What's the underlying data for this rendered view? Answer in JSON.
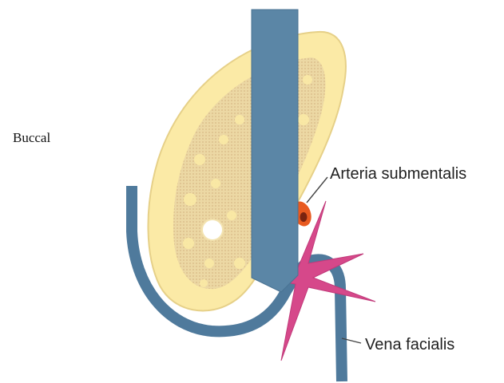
{
  "labels": {
    "buccal": "Buccal",
    "artery": "Arteria submentalis",
    "vein": "Vena facialis"
  },
  "colors": {
    "bone": "#fbeaa6",
    "bone_outline": "#e6d088",
    "trabecula": "#e6cf98",
    "trabecula_dots": "#d8b884",
    "implant": "#5b86a6",
    "vein": "#4f7a9c",
    "artery": "#e85a20",
    "bleeding": "#d6488a",
    "leader": "#444444"
  }
}
